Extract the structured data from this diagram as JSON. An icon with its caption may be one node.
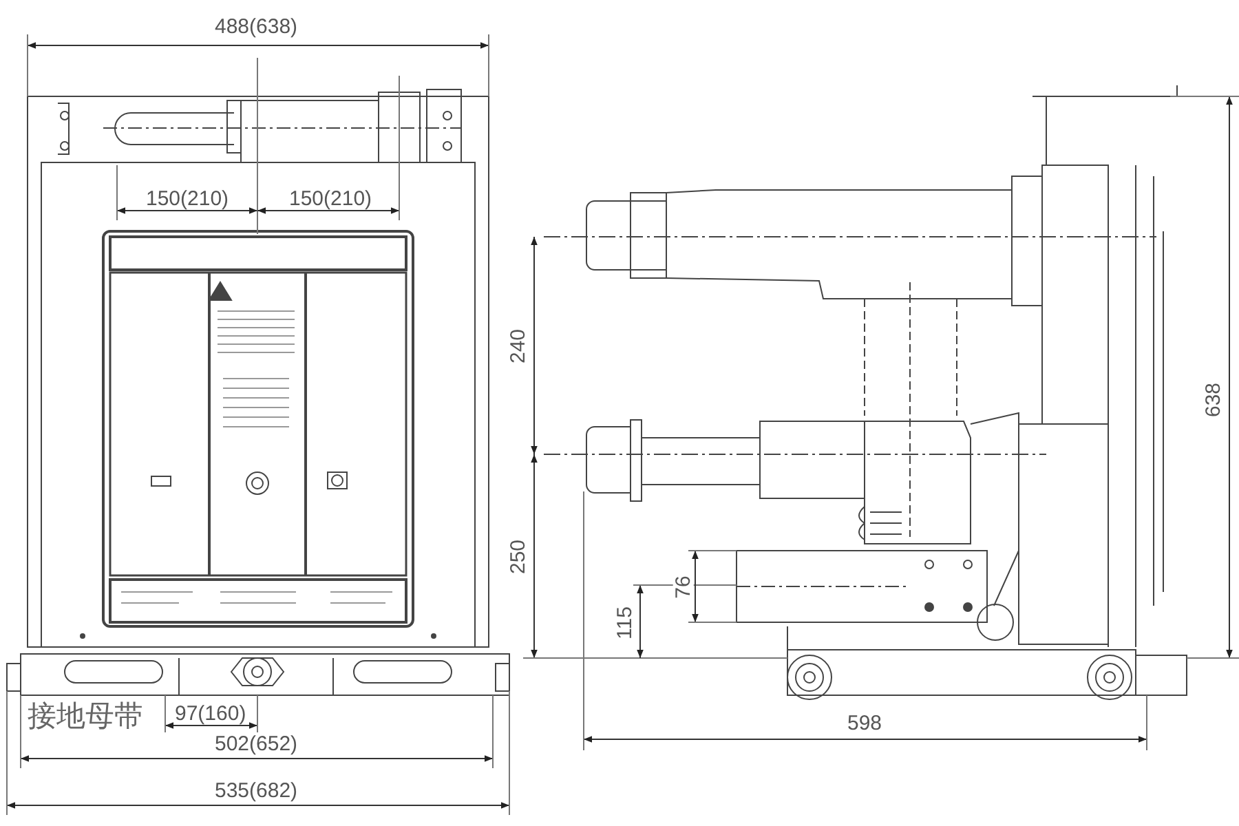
{
  "diagram": {
    "labels": [
      "488(638)",
      "150(210)",
      "150(210)",
      "240",
      "638",
      "250",
      "76",
      "115",
      "接地母带",
      "97(160)",
      "598",
      "502(652)",
      "535(682)"
    ]
  }
}
